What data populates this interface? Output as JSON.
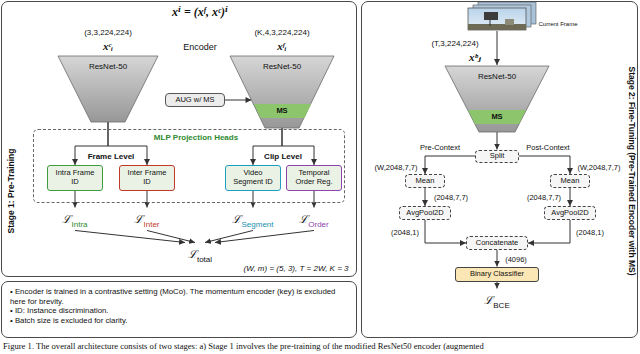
{
  "diagram": {
    "caption": "Figure 1. The overall architecture consists of two stages: a) Stage 1 involves the pre-training of the modified ResNet50 encoder (augmented",
    "nodes": [
      {
        "text": [
          "Stage 1: Pre-Training"
        ]
      },
      {
        "text": [
          "ResNet-50"
        ],
        "in": 0
      },
      {
        "text": [
          "AUG w/ MS"
        ],
        "in": 0
      },
      {
        "text": [
          "ResNet-50"
        ],
        "in": 0
      },
      {
        "text": [
          "MS"
        ],
        "in": 3
      },
      {
        "text": [
          "MLP Projection Heads"
        ],
        "in": 0
      },
      {
        "text": [
          "Intra Frame ID"
        ],
        "in": 5
      },
      {
        "text": [
          "Inter Frame ID"
        ],
        "in": 5
      },
      {
        "text": [
          "Video Segment ID"
        ],
        "in": 5
      },
      {
        "text": [
          "Temporal Order Reg."
        ],
        "in": 5
      },
      {
        "text": [
          "ℒ",
          "Intra"
        ],
        "in": 0
      },
      {
        "text": [
          "ℒ",
          "Inter"
        ],
        "in": 0
      },
      {
        "text": [
          "ℒ",
          "Segment"
        ],
        "in": 0
      },
      {
        "text": [
          "ℒ",
          "Order"
        ],
        "in": 0
      },
      {
        "text": [
          "ℒ",
          "total"
        ],
        "in": 0
      },
      {
        "text": [
          "• Encoder is trained in a contrastive setting (MoCo). The momentum encoder (key) is excluded here for brevity.",
          "• ID: Instance discrimination.",
          "• Batch size is excluded for clarity."
        ]
      },
      {
        "text": [
          "Stage 2: Fine-Tuning (Pre-Trained Encoder with MS)"
        ]
      },
      {
        "text": [
          "ResNet-50"
        ],
        "in": 16
      },
      {
        "text": [
          "MS"
        ],
        "in": 17
      },
      {
        "text": [
          "Split"
        ],
        "in": 16
      },
      {
        "text": [
          "Mean"
        ],
        "in": 16
      },
      {
        "text": [
          "Mean"
        ],
        "in": 16
      },
      {
        "text": [
          "AvgPool2D"
        ],
        "in": 16
      },
      {
        "text": [
          "AvgPool2D"
        ],
        "in": 16
      },
      {
        "text": [
          "Concatenate"
        ],
        "in": 16
      },
      {
        "text": [
          "Binary Classifier"
        ],
        "in": 16
      },
      {
        "text": [
          "ℒ",
          "BCE"
        ],
        "in": 16
      }
    ],
    "edges": [
      {
        "from": 2,
        "to": 3,
        "arrow": "to"
      },
      {
        "from": 1,
        "to": 6,
        "arrow": "to"
      },
      {
        "from": 1,
        "to": 7,
        "arrow": "to"
      },
      {
        "from": 3,
        "to": 8,
        "arrow": "to"
      },
      {
        "from": 3,
        "to": 9,
        "arrow": "to"
      },
      {
        "from": 6,
        "to": 10,
        "arrow": "to"
      },
      {
        "from": 7,
        "to": 11,
        "arrow": "to"
      },
      {
        "from": 8,
        "to": 12,
        "arrow": "to"
      },
      {
        "from": 9,
        "to": 13,
        "arrow": "to"
      },
      {
        "from": 10,
        "to": 14,
        "arrow": "to"
      },
      {
        "from": 11,
        "to": 14,
        "arrow": "to"
      },
      {
        "from": 12,
        "to": 14,
        "arrow": "to"
      },
      {
        "from": 13,
        "to": 14,
        "arrow": "to"
      },
      {
        "from": 17,
        "to": 19,
        "arrow": "to"
      },
      {
        "from": 19,
        "to": 20,
        "label": "Pre-Context",
        "arrow": "to"
      },
      {
        "from": 19,
        "to": 21,
        "label": "Post-Context",
        "arrow": "to"
      },
      {
        "from": 20,
        "to": 22,
        "label": "(2048,7,7)",
        "arrow": "to"
      },
      {
        "from": 21,
        "to": 23,
        "label": "(2048,7,7)",
        "arrow": "to"
      },
      {
        "from": 22,
        "to": 24,
        "label": "(2048,1)",
        "arrow": "to"
      },
      {
        "from": 23,
        "to": 24,
        "label": "(2048,1)",
        "arrow": "to"
      },
      {
        "from": 24,
        "to": 25,
        "label": "(4096)",
        "arrow": "to"
      },
      {
        "from": 25,
        "to": 26,
        "arrow": "to"
      }
    ],
    "labels": [
      "xⁱ = (xᶠ, xᶜ)ⁱ",
      "(3,3,224,224)",
      "(K,4,3,224,224)",
      "xᶜᵢ",
      "Encoder",
      "xᶠᵢ",
      "Frame Level",
      "Clip Level",
      "(W, m) = (5, 3), T = 2W, K = 3",
      "Current Frame",
      "(T,3,224,224)",
      "xᵇⱼ",
      "(W,2048,7,7)",
      "(W,2048,7,7)"
    ]
  }
}
